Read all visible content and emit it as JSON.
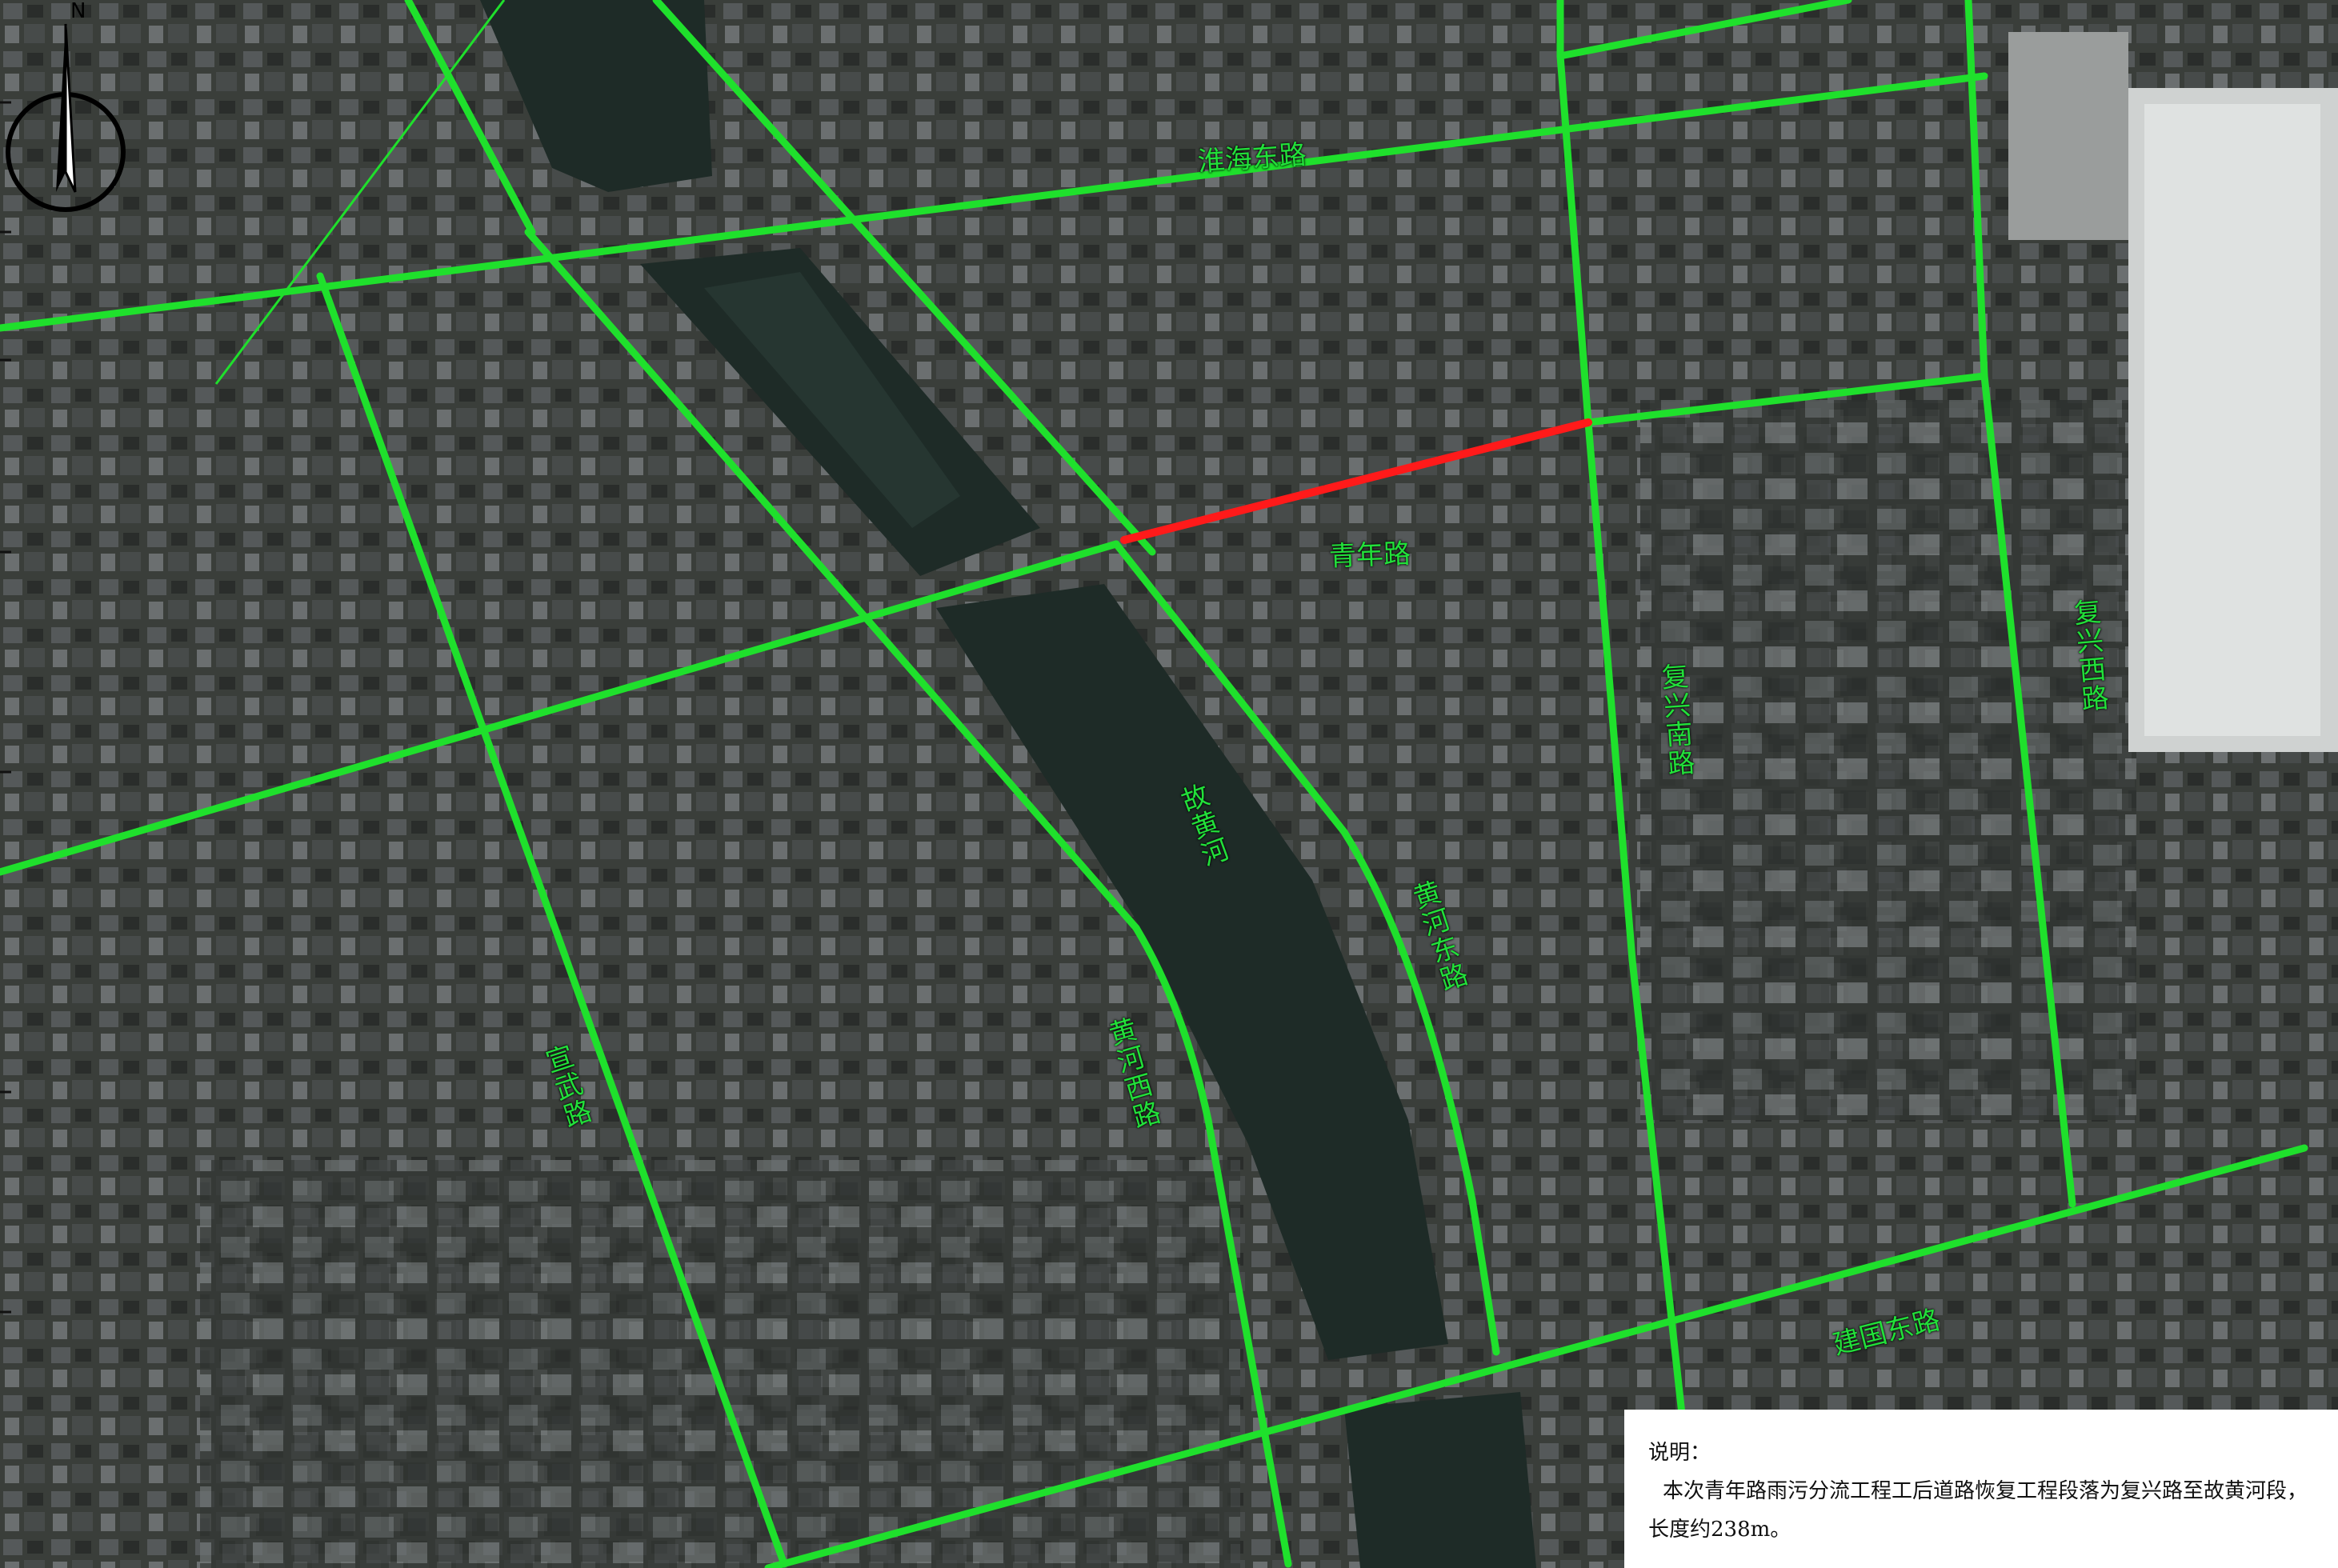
{
  "map": {
    "colors": {
      "road": "#1fe02c",
      "target_segment": "#ff1a1a",
      "water": "#1e2b27",
      "label": "#22e03a"
    },
    "compass": {
      "north_label": "N",
      "icon": "north-arrow-icon"
    },
    "road_labels": {
      "huaihai_east": "淮海东路",
      "qingnian": "青年路",
      "fuxing_south": "复兴南路",
      "gu_huanghe": "故黄河",
      "huanghe_east": "黄河东路",
      "huanghe_west": "黄河西路",
      "xuanwu": "宣武路",
      "jianguo_east": "建国东路",
      "station_road": "复兴西路"
    }
  },
  "note": {
    "title": "说明：",
    "body": "本次青年路雨污分流工程工后道路恢复工程段落为复兴路至故黄河段，",
    "body2": "长度约238m。"
  }
}
